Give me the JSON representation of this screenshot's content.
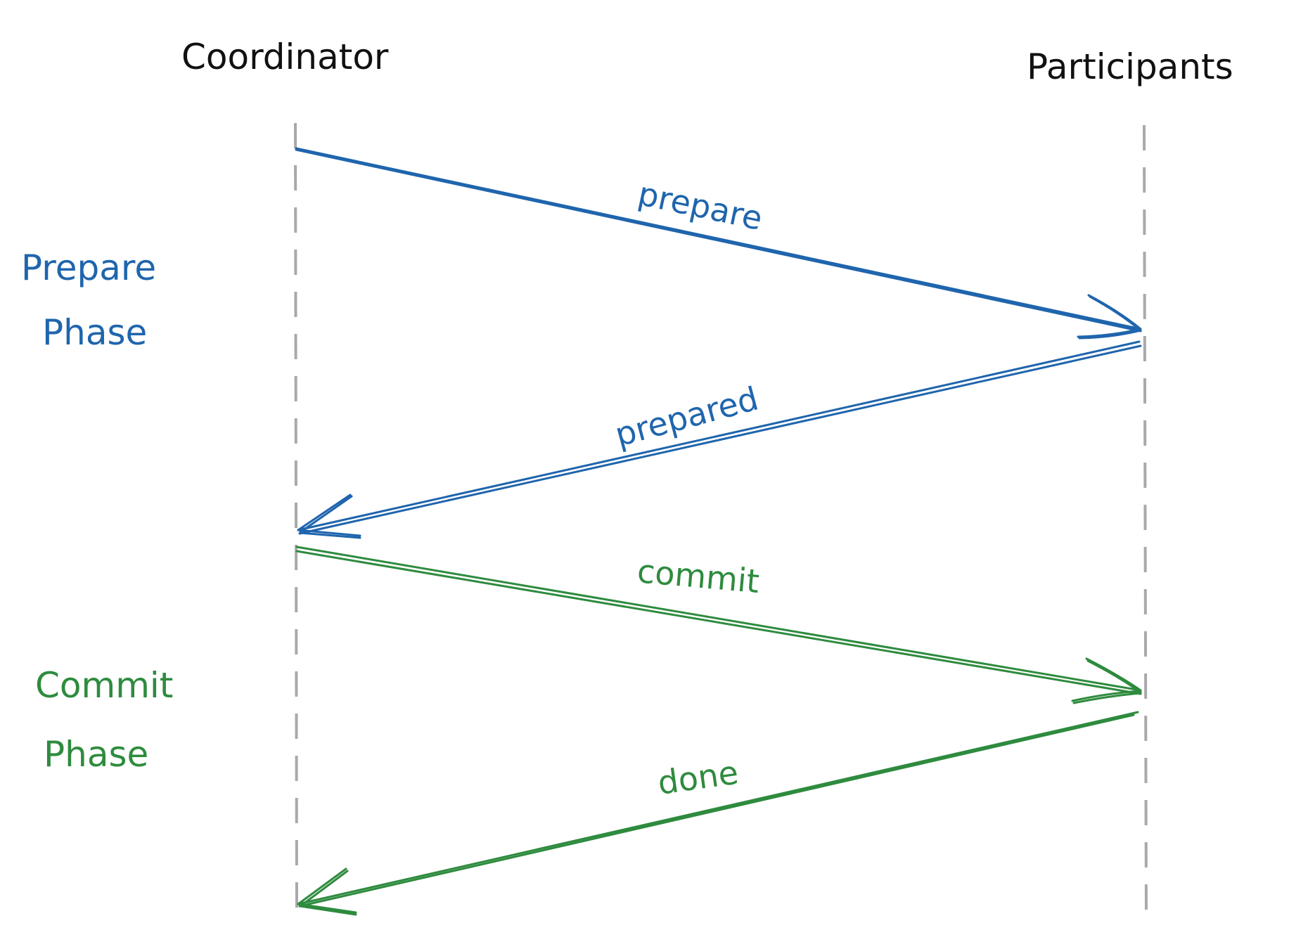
{
  "diagram": {
    "type": "sequence-diagram",
    "actors": [
      {
        "id": "coordinator",
        "label": "Coordinator"
      },
      {
        "id": "participants",
        "label": "Participants"
      }
    ],
    "phases": [
      {
        "line1": "Prepare",
        "line2": "Phase",
        "color": "#1f65ad"
      },
      {
        "line1": "Commit",
        "line2": "Phase",
        "color": "#2e8b3e"
      }
    ],
    "messages": [
      {
        "label": "prepare",
        "from": "Coordinator",
        "to": "Participants",
        "phase": "Prepare Phase",
        "color": "#1f65ad"
      },
      {
        "label": "prepared",
        "from": "Participants",
        "to": "Coordinator",
        "phase": "Prepare Phase",
        "color": "#1f65ad"
      },
      {
        "label": "commit",
        "from": "Coordinator",
        "to": "Participants",
        "phase": "Commit Phase",
        "color": "#2e8b3e"
      },
      {
        "label": "done",
        "from": "Participants",
        "to": "Coordinator",
        "phase": "Commit Phase",
        "color": "#2e8b3e"
      }
    ],
    "lifeline_color": "#a8a9ab",
    "text_color": "#111111"
  }
}
